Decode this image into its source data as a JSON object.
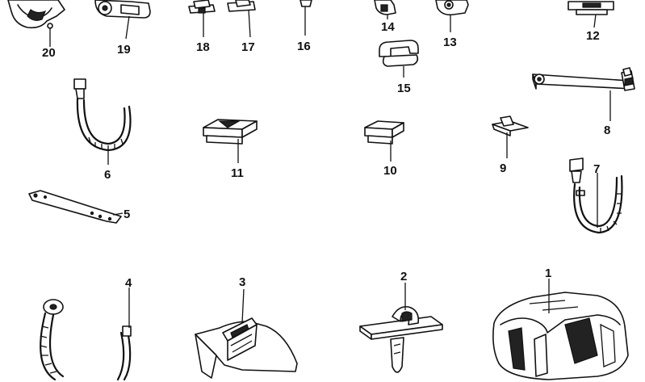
{
  "diagram": {
    "labels": [
      "20",
      "19",
      "18",
      "17",
      "16",
      "14",
      "13",
      "12",
      "15",
      "8",
      "6",
      "11",
      "10",
      "9",
      "7",
      "5",
      "4",
      "3",
      "2",
      "1"
    ]
  }
}
